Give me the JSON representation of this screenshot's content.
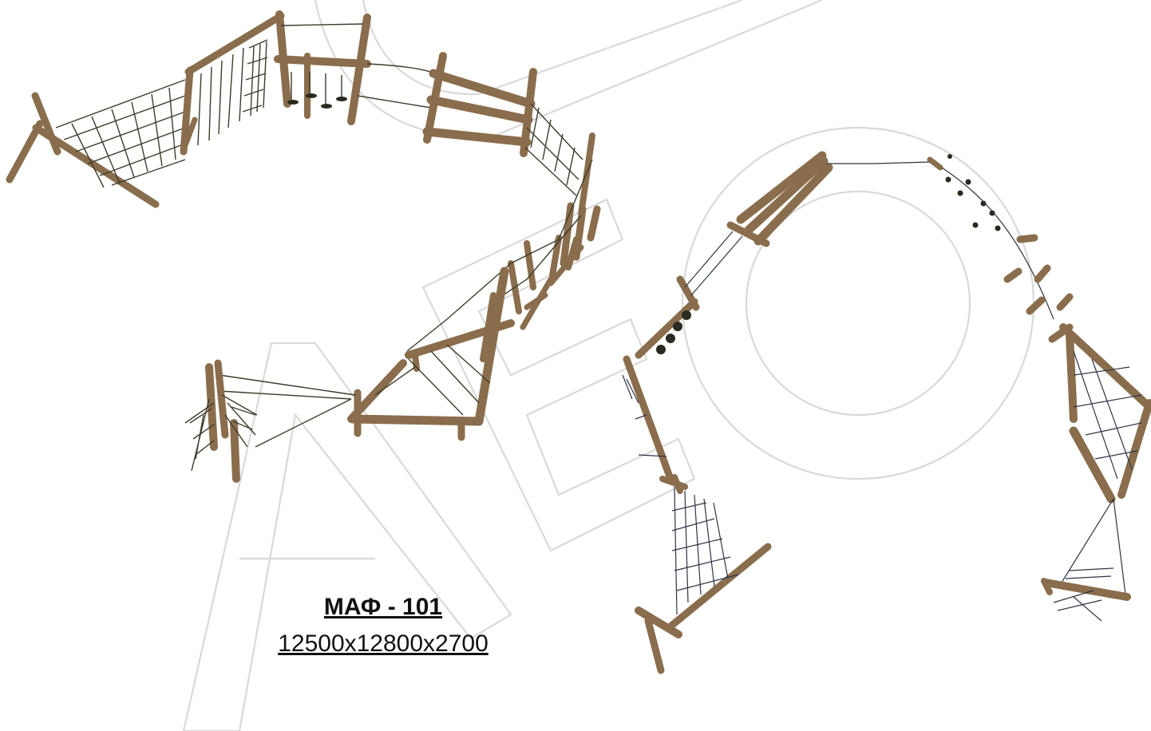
{
  "product": {
    "code": "МАФ - 101",
    "dimensions": "12500x12800x2700"
  },
  "colors": {
    "wood": "#8a6d4c",
    "rope": "#3c3c2a",
    "watermark": "#d9d9d9",
    "background": "#ffffff"
  },
  "watermark": {
    "letters": "AEO"
  },
  "views": [
    {
      "name": "perspective-view"
    },
    {
      "name": "top-view"
    }
  ]
}
